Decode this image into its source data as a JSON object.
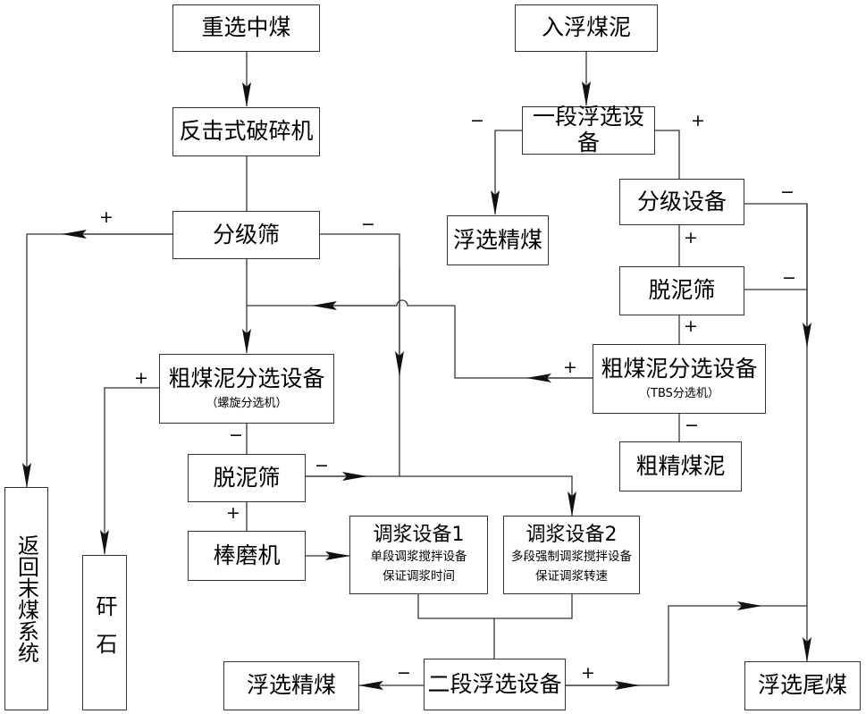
{
  "boxes": {
    "zhong_xuan_zhong_mei": "重选中煤",
    "fan_ji_po_sui": "反击式破碎机",
    "fen_ji_shai": "分级筛",
    "cu_mei_ni_left": {
      "title": "粗煤泥分选设备",
      "sub": "（螺旋分选机）"
    },
    "tuo_ni_shai_left": "脱泥筛",
    "bang_mo_ji": "棒磨机",
    "fan_hui": "返回末煤系统",
    "gan_shi": "矸石",
    "tiao_jiang_1": {
      "title": "调浆设备1",
      "line1": "单段调浆搅拌设备",
      "line2": "保证调浆时间"
    },
    "tiao_jiang_2": {
      "title": "调浆设备2",
      "line1": "多段强制调浆搅拌设备",
      "line2": "保证调浆转速"
    },
    "er_duan_fu_xuan": "二段浮选设备",
    "fu_xuan_jing_mei_bottom": "浮选精煤",
    "fu_xuan_wei_mei": "浮选尾煤",
    "ru_fu_mei_ni": "入浮煤泥",
    "yi_duan_fu_xuan": "一段浮选设备",
    "fu_xuan_jing_mei_top": "浮选精煤",
    "fen_ji_she_bei": "分级设备",
    "tuo_ni_shai_right": "脱泥筛",
    "cu_mei_ni_right": {
      "title": "粗煤泥分选设备",
      "sub": "（TBS分选机）"
    },
    "cu_jing_mei_ni": "粗精煤泥"
  },
  "signs": {
    "plus": "+",
    "minus": "−"
  }
}
